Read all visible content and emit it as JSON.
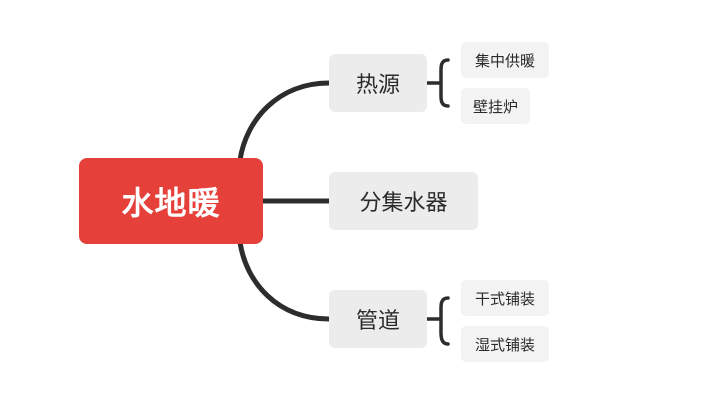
{
  "mindmap": {
    "root": {
      "label": "水地暖"
    },
    "branches": [
      {
        "label": "热源",
        "children": [
          "集中供暖",
          "壁挂炉"
        ]
      },
      {
        "label": "分集水器",
        "children": []
      },
      {
        "label": "管道",
        "children": [
          "干式铺装",
          "湿式铺装"
        ]
      }
    ]
  },
  "colors": {
    "root_fill": "#e5403a",
    "branch_fill": "#ececec",
    "leaf_fill": "#f3f3f3",
    "connector": "#2d2d2d"
  }
}
